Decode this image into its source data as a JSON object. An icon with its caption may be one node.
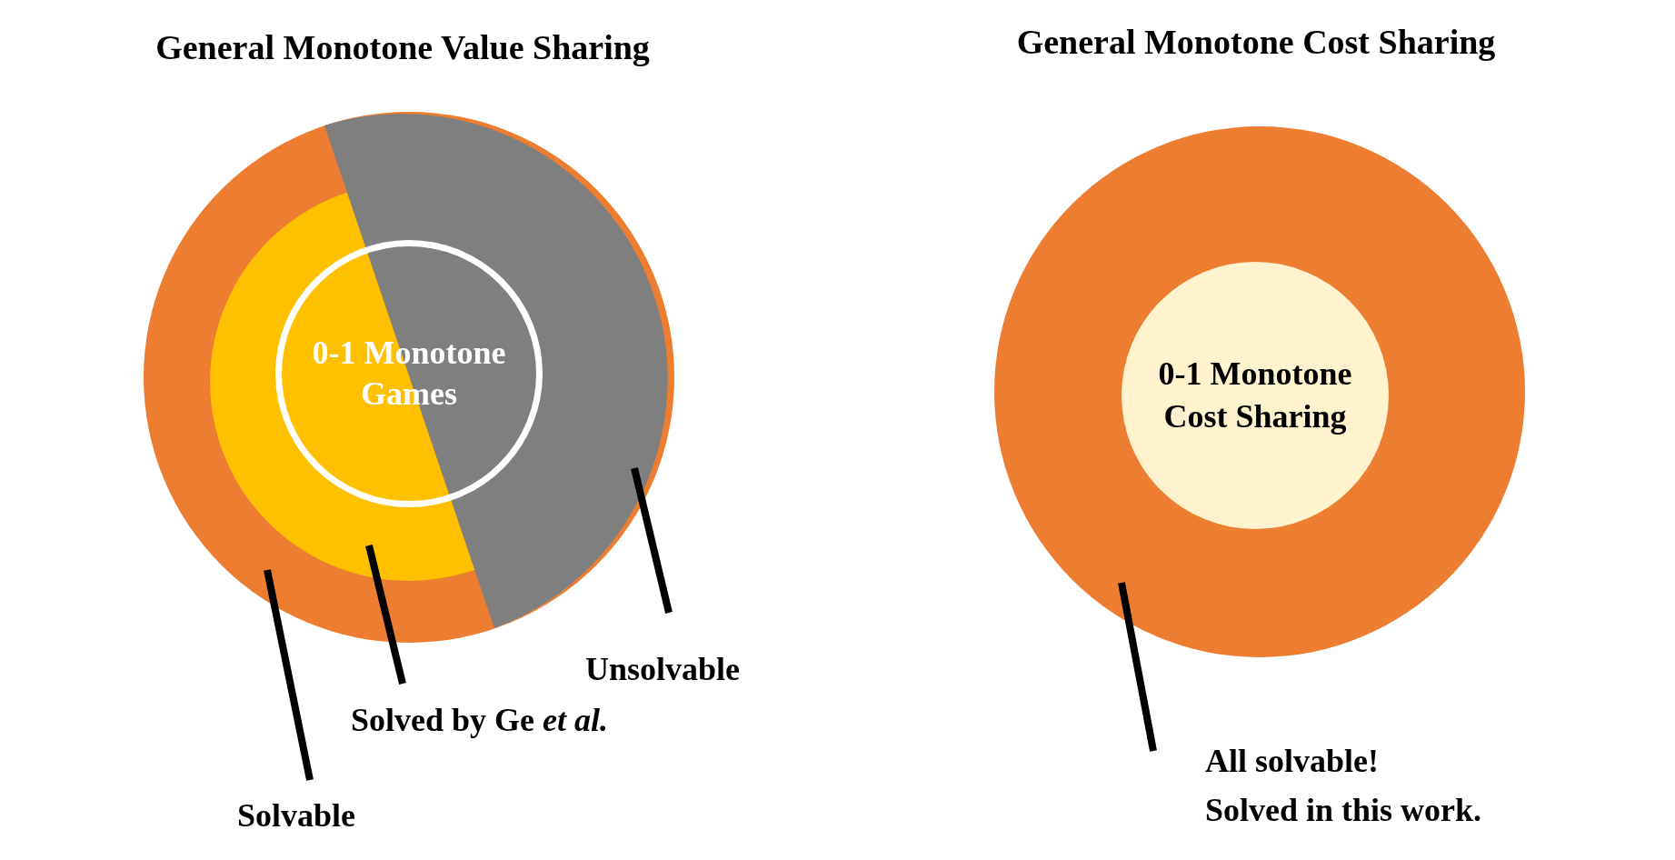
{
  "diagram": {
    "nodes": [
      {
        "text": [],
        "shape": "circle"
      },
      {
        "text": [],
        "shape": "segment",
        "in": 0
      },
      {
        "text": [],
        "shape": "segment",
        "in": 0
      },
      {
        "text": [
          "0-1 Monotone Games"
        ],
        "in": 0
      },
      {
        "text": [
          "Unsolvable"
        ]
      },
      {
        "text": [
          "Solved by Ge *et al.*"
        ]
      },
      {
        "text": [
          "Solvable"
        ]
      },
      {
        "text": [],
        "shape": "circle"
      },
      {
        "text": [
          "0-1 Monotone Cost Sharing"
        ],
        "in": 7
      },
      {
        "text": [
          "All solvable!",
          "Solved in this work."
        ]
      }
    ],
    "edges": [
      {
        "from": 6,
        "to": 0,
        "arrow": "none"
      },
      {
        "from": 5,
        "to": 1,
        "arrow": "none"
      },
      {
        "from": 4,
        "to": 2,
        "arrow": "none"
      },
      {
        "from": 9,
        "to": 7,
        "arrow": "none"
      }
    ],
    "labels": [
      "General Monotone Value Sharing",
      "General Monotone Cost Sharing"
    ]
  }
}
